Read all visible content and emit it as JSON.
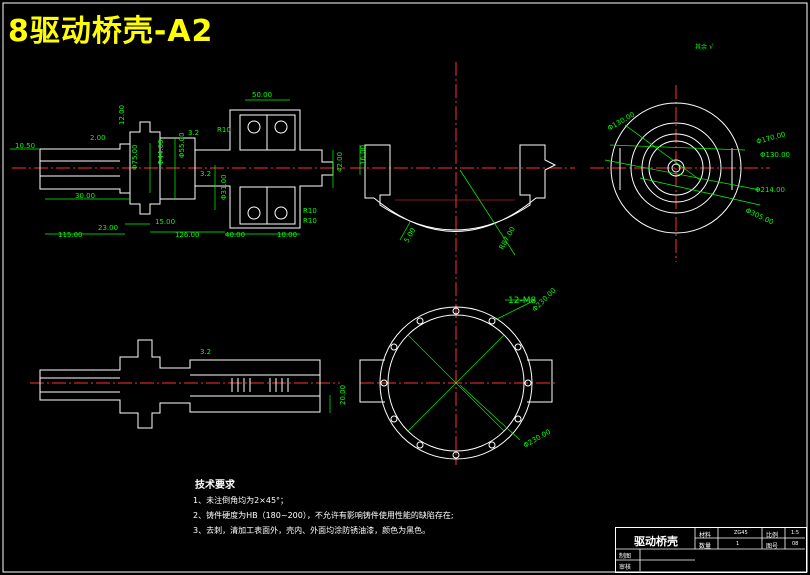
{
  "title": "8驱动桥壳-A2",
  "surface_symbol": "其余",
  "dims": {
    "d_10_50": "10.50",
    "d_2_00": "2.00",
    "d_12_00": "12.00",
    "d_50_00": "50.00",
    "d_r10_a": "R10",
    "d_r10_b": "R10",
    "d_r10_c": "R10",
    "d_30_00": "30.00",
    "d_15_00": "15.00",
    "d_115_00": "115.00",
    "d_23_00": "23.00",
    "d_126_00": "126.00",
    "d_40_00": "40.00",
    "d_10_00": "10.00",
    "d_42_00": "42.00",
    "d_16_00": "16.00",
    "d_3_20_a": "3.2",
    "d_3_20_b": "3.2",
    "d_3_20_c": "3.2",
    "d_phi31": "Φ31.00",
    "d_phi44": "Φ44.00",
    "d_phi55": "Φ55.00",
    "d_phi75": "Φ75.00",
    "d_r87": "R87.00",
    "d_5_00": "5.00",
    "d_phi130_00": "Φ130.00",
    "d_phi170": "Φ170.00",
    "d_phi130b": "Φ130.00",
    "d_phi214": "Φ214.00",
    "d_phi305": "Φ305.00",
    "d_12m8": "12-M8",
    "d_phi230": "Φ230.00",
    "d_phi230b": "Φ230.00",
    "d_20_00": "20.00"
  },
  "tech": {
    "heading": "技术要求",
    "items": [
      "1、未注倒角均为2×45°；",
      "2、铸件硬度为HB（180~200），不允许有影响铸件使用性能的缺陷存在;",
      "3、去刺，清加工表面外，壳内、外面均涂防锈油漆，颜色为黑色。"
    ]
  },
  "title_block": {
    "part_name": "驱动桥壳",
    "material_label": "材料",
    "material_value": "ZG45",
    "scale_label": "比例",
    "scale_value": "1:5",
    "qty_label": "数量",
    "qty_value": "1",
    "drawing_no_label": "图号",
    "drawing_no_value": "08",
    "draw_label": "制图",
    "check_label": "审核"
  }
}
